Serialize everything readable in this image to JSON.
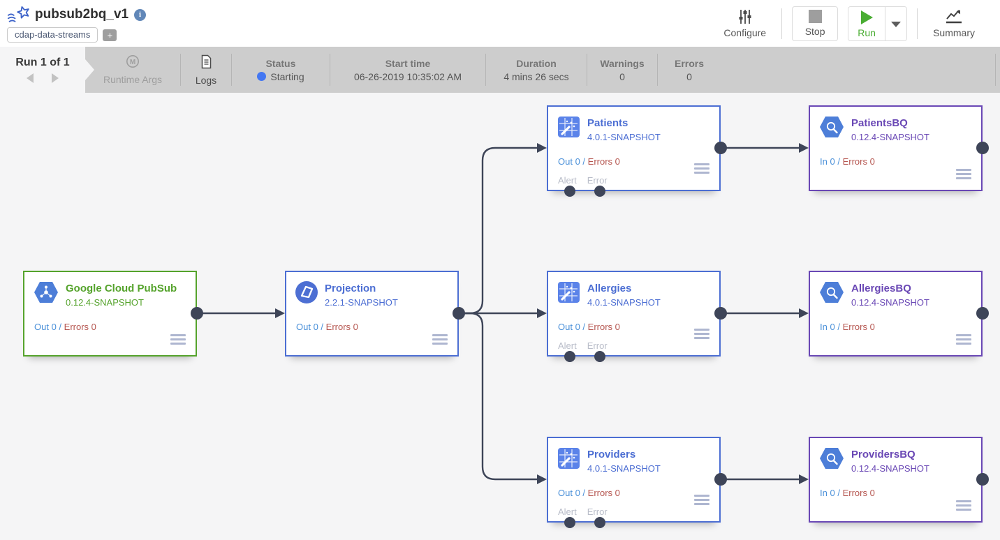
{
  "header": {
    "title": "pubsub2bq_v1",
    "info_glyph": "i",
    "tag": "cdap-data-streams",
    "add_tag": "+",
    "actions": {
      "configure": "Configure",
      "stop": "Stop",
      "run": "Run",
      "summary": "Summary"
    }
  },
  "runbar": {
    "run_label": "Run 1 of 1",
    "runtime_args": "Runtime Args",
    "logs": "Logs",
    "status_label": "Status",
    "status_value": "Starting",
    "start_time_label": "Start time",
    "start_time_value": "06-26-2019 10:35:02 AM",
    "duration_label": "Duration",
    "duration_value": "4 mins 26 secs",
    "warnings_label": "Warnings",
    "warnings_value": "0",
    "errors_label": "Errors",
    "errors_value": "0"
  },
  "shared": {
    "sep": "/"
  },
  "nodes": [
    {
      "title": "Google Cloud PubSub",
      "version": "0.12.4-SNAPSHOT",
      "metric_left": "Out 0",
      "metric_right": "Errors 0"
    },
    {
      "title": "Projection",
      "version": "2.2.1-SNAPSHOT",
      "metric_left": "Out 0",
      "metric_right": "Errors 0"
    },
    {
      "title": "Patients",
      "version": "4.0.1-SNAPSHOT",
      "metric_left": "Out 0",
      "metric_right": "Errors 0",
      "alert_label": "Alert",
      "error_label": "Error"
    },
    {
      "title": "Allergies",
      "version": "4.0.1-SNAPSHOT",
      "metric_left": "Out 0",
      "metric_right": "Errors 0",
      "alert_label": "Alert",
      "error_label": "Error"
    },
    {
      "title": "Providers",
      "version": "4.0.1-SNAPSHOT",
      "metric_left": "Out 0",
      "metric_right": "Errors 0",
      "alert_label": "Alert",
      "error_label": "Error"
    },
    {
      "title": "PatientsBQ",
      "version": "0.12.4-SNAPSHOT",
      "metric_left": "In 0",
      "metric_right": "Errors 0"
    },
    {
      "title": "AllergiesBQ",
      "version": "0.12.4-SNAPSHOT",
      "metric_left": "In 0",
      "metric_right": "Errors 0"
    },
    {
      "title": "ProvidersBQ",
      "version": "0.12.4-SNAPSHOT",
      "metric_left": "In 0",
      "metric_right": "Errors 0"
    }
  ],
  "icons": [
    "cdap-pipeline-icon",
    "info-icon",
    "sliders-icon",
    "stop-icon",
    "play-icon",
    "caret-down-icon",
    "chart-icon",
    "macro-icon",
    "logs-icon",
    "pubsub-hexagon-icon",
    "projection-icon",
    "wrangler-icon",
    "bigquery-hexagon-icon",
    "hamburger-icon",
    "prev-run-icon",
    "next-run-icon"
  ],
  "colors": {
    "source_green": "#55a32c",
    "transform_blue": "#4c6ed3",
    "sink_purple": "#6a48b5",
    "metric_blue": "#4a90d9",
    "metric_red": "#b5554f",
    "status_dot_blue": "#4477f2",
    "run_green": "#4aad33",
    "wire_dark": "#3e4558",
    "bar_gray": "#cdcdcd"
  }
}
